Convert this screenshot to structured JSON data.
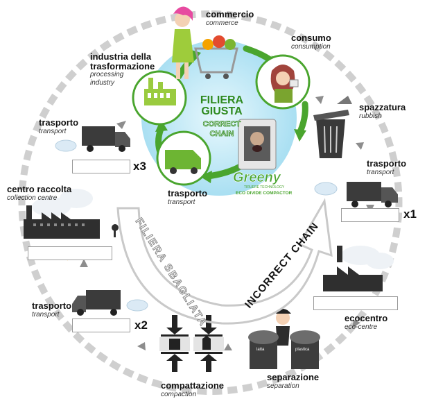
{
  "center": {
    "title_line1": "FILIERA",
    "title_line2": "GIUSTA",
    "sub_line1": "CORRECT",
    "sub_line2": "CHAIN",
    "brand": "Greeny",
    "brand_tagline1": "TIRUERE TECHNOLOGY",
    "brand_tagline2": "ECO DIVIDE COMPACTOR"
  },
  "correct_steps": [
    {
      "name": "commercio",
      "translation": "commerce"
    },
    {
      "name": "consumo",
      "translation": "consumption"
    },
    {
      "name": "industria della",
      "name2": "trasformazione",
      "translation": "processing",
      "translation2": "industry"
    },
    {
      "name": "trasporto",
      "translation": "transport"
    }
  ],
  "outer_steps": [
    {
      "name": "spazzatura",
      "translation": "rubbish"
    },
    {
      "name": "trasporto",
      "translation": "transport",
      "multiplier": "x1"
    },
    {
      "name": "ecocentro",
      "translation": "eco-centre"
    },
    {
      "name": "separazione",
      "translation": "separation"
    },
    {
      "name": "compattazione",
      "translation": "compaction"
    },
    {
      "name": "trasporto",
      "translation": "transport",
      "multiplier": "x2"
    },
    {
      "name": "centro raccolta",
      "translation": "collection centre"
    },
    {
      "name": "trasporto",
      "translation": "transport",
      "multiplier": "x3"
    }
  ],
  "chain_labels": {
    "wrong_it": "FILIERA SBAGLIATA",
    "incorrect_en": "INCORRECT CHAIN"
  },
  "bin_labels": {
    "left": "latta",
    "right": "plastica"
  },
  "colors": {
    "green": "#4aa52e",
    "circle_blue": "#bfe8f6",
    "arrow_grey": "#d9d9d9",
    "truck": "#444444",
    "dollar": "#f2b705",
    "lightning": "#f5a300"
  }
}
